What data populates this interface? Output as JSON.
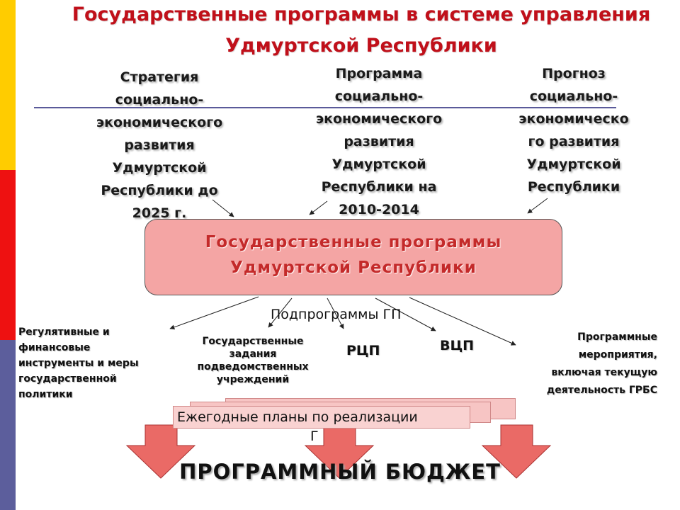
{
  "title": {
    "line1": "Государственные программы в системе управления",
    "line2": "Удмуртской Республики"
  },
  "sources": [
    {
      "lines": [
        "Стратегия",
        "социально-",
        "экономического",
        "развития",
        "Удмуртской",
        "Республики до",
        "2025 г."
      ]
    },
    {
      "lines": [
        "Программа",
        "социально-",
        "экономического",
        "развития",
        "Удмуртской",
        "Республики на",
        "2010-2014"
      ]
    },
    {
      "lines": [
        "Прогноз",
        "социально-",
        "экономическо",
        "го развития",
        "Удмуртской",
        "Республики"
      ]
    }
  ],
  "main_box": {
    "line1": "Государственные программы",
    "line2": "Удмуртской Республики"
  },
  "subprograms_label": "Подпрограммы ГП",
  "outputs": {
    "left": {
      "lines": [
        "Регулятивные и",
        "финансовые",
        "инструменты и меры",
        "государственной",
        "политики"
      ]
    },
    "tasks": {
      "lines": [
        "Государственные",
        "задания",
        "подведомственных",
        "учреждений"
      ]
    },
    "rcp": "РЦП",
    "vcp": "ВЦП",
    "right": {
      "lines": [
        "Программные",
        "мероприятия,",
        "включая текущую",
        "деятельность  ГРБС"
      ]
    }
  },
  "plans": {
    "label": "Ежегодные планы по реализации",
    "overflow": "Г"
  },
  "budget": "ПРОГРАММНЫЙ БЮДЖЕТ",
  "colors": {
    "title": "#c0101a",
    "box_fill": "#f4a5a4",
    "box_text": "#c42a2a",
    "arrow_fill": "#ea6a66",
    "bar_yellow": "#ffcc00",
    "bar_red": "#ee1111",
    "bar_blue": "#5c5e9c"
  }
}
